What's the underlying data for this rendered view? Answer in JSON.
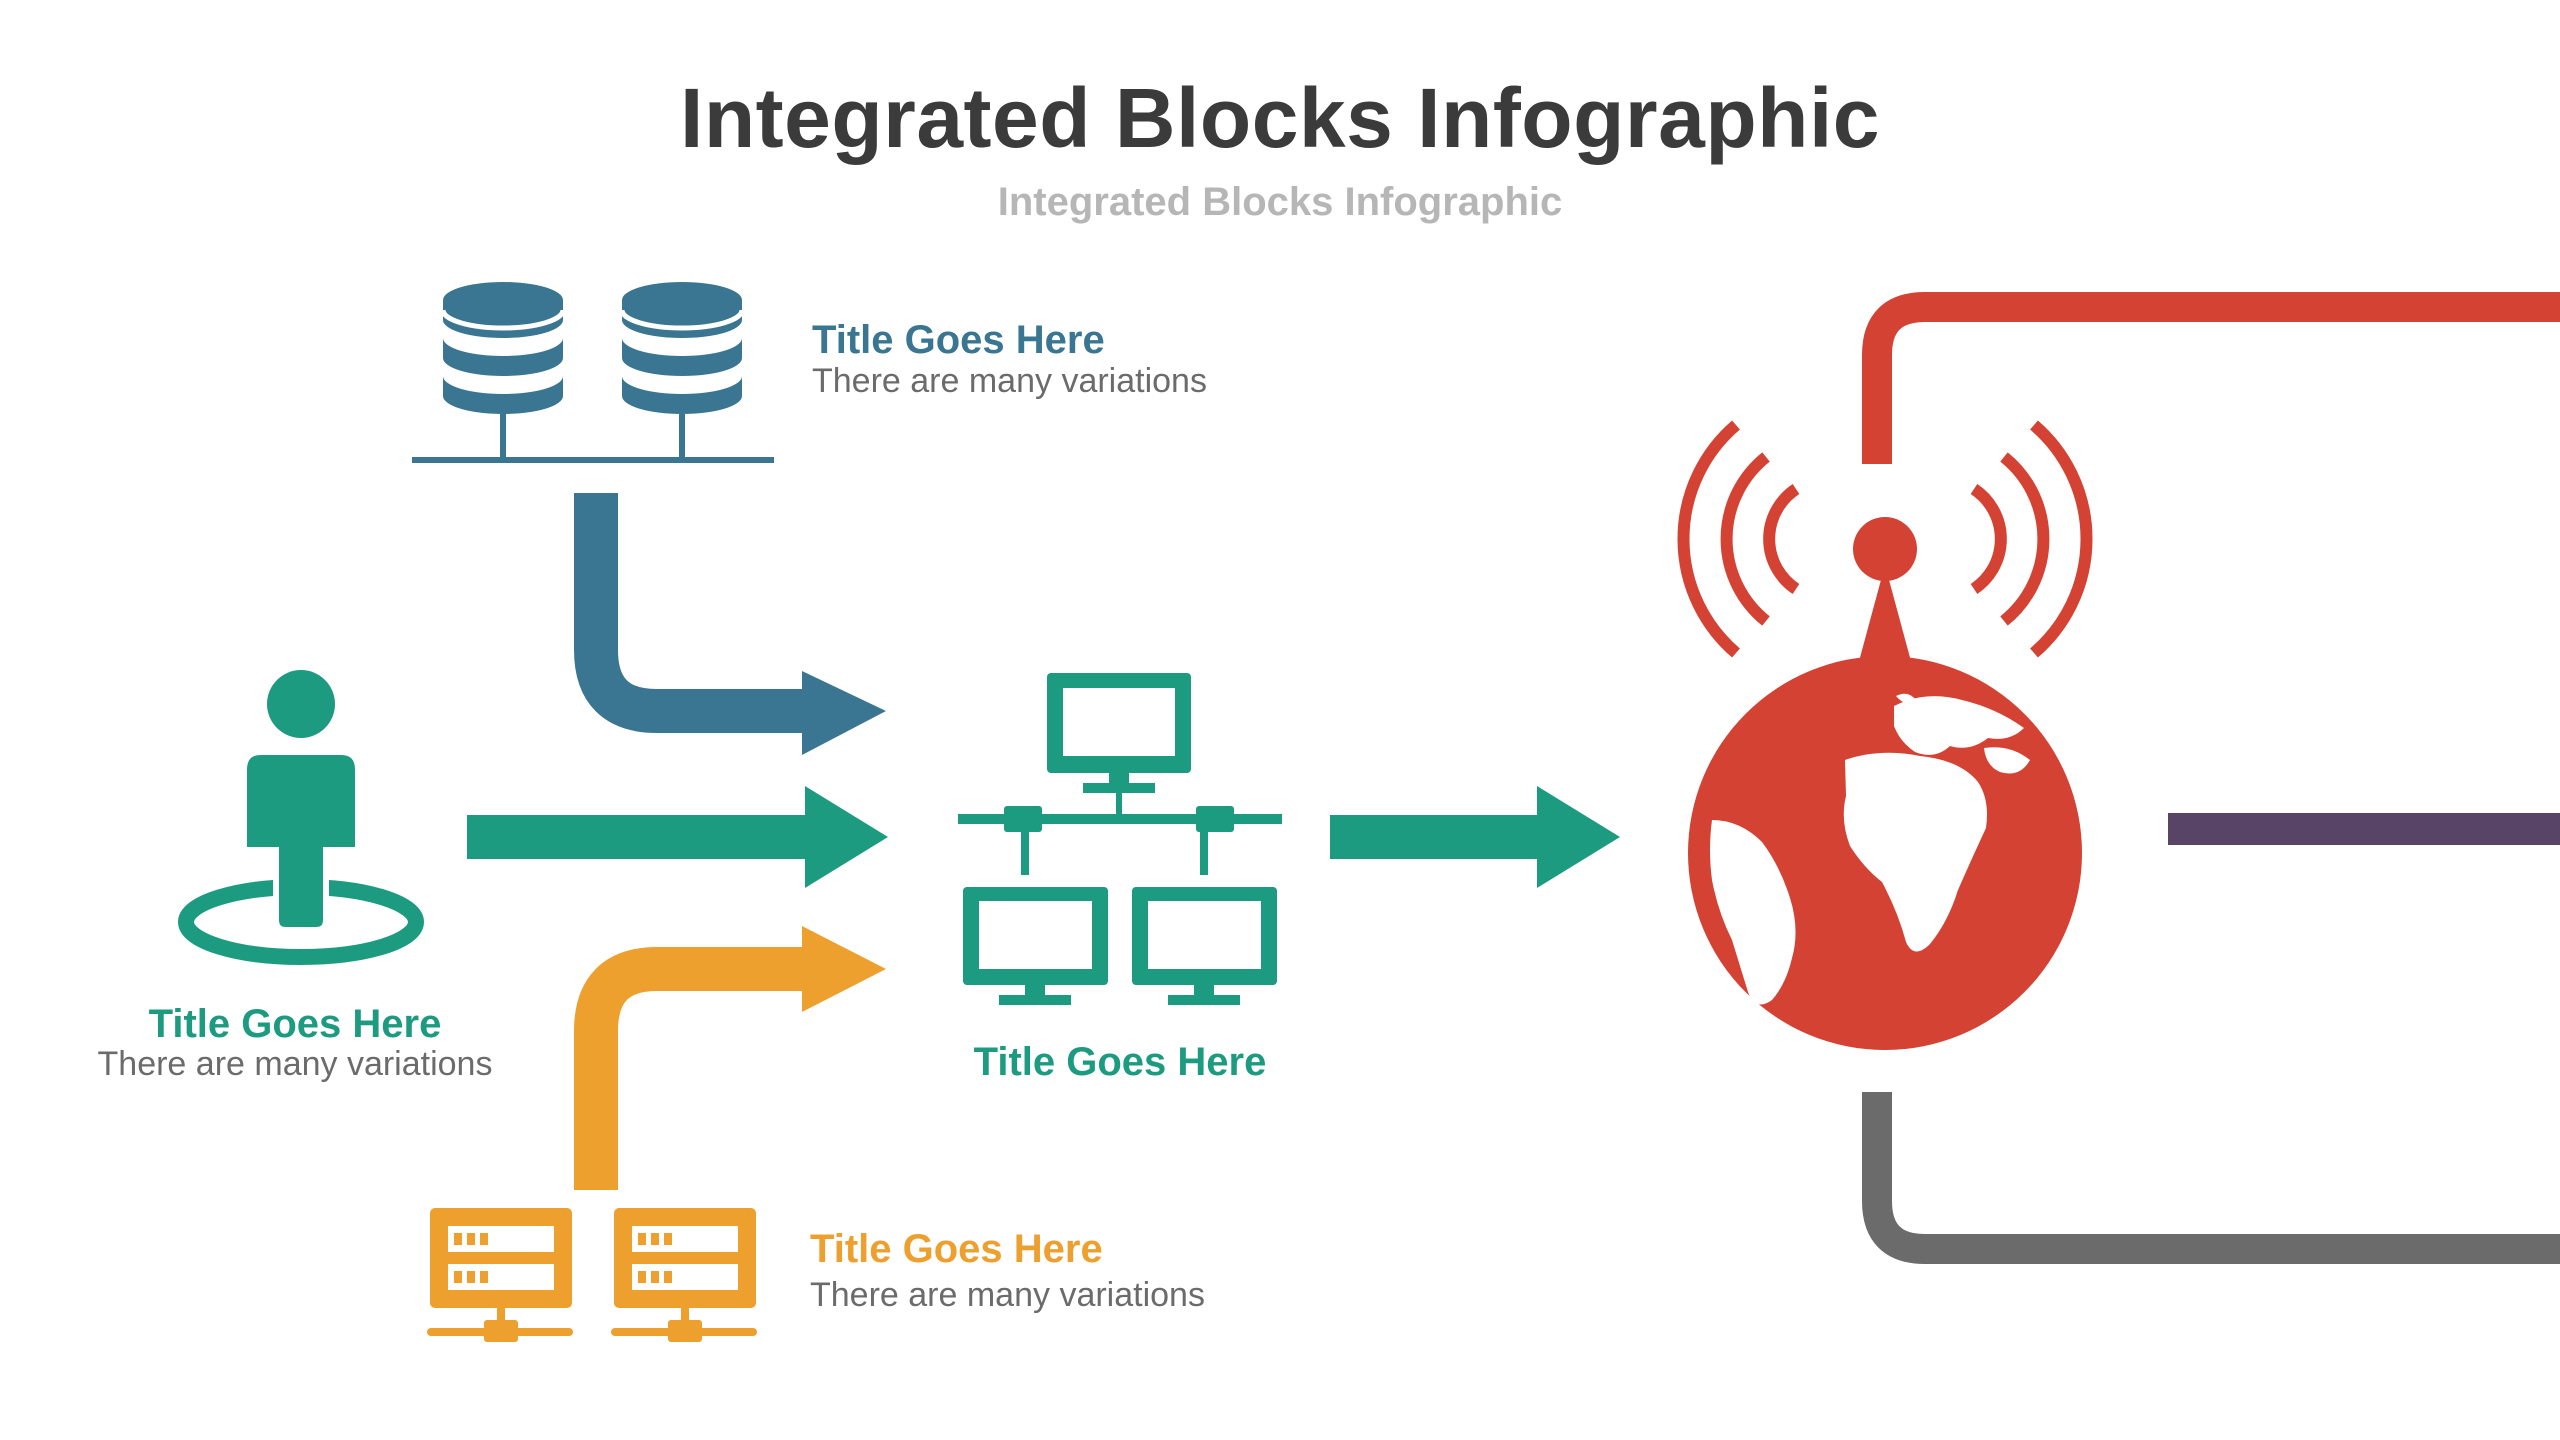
{
  "header": {
    "title": "Integrated Blocks Infographic",
    "subtitle": "Integrated Blocks Infographic"
  },
  "colors": {
    "blue": "#3a7691",
    "teal": "#1d9b80",
    "orange": "#eea02f",
    "red": "#d44233",
    "purple": "#574466",
    "gray": "#6b6b6b"
  },
  "blocks": {
    "database": {
      "title": "Title Goes Here",
      "description": "There are many variations",
      "icon": "database-network-icon"
    },
    "user": {
      "title": "Title Goes Here",
      "description": "There are many variations",
      "icon": "user-location-icon"
    },
    "network": {
      "title": "Title Goes Here",
      "icon": "computer-network-icon"
    },
    "servers": {
      "title": "Title Goes Here",
      "description": "There are many variations",
      "icon": "server-network-icon"
    },
    "globe": {
      "icon": "globe-antenna-icon"
    }
  }
}
